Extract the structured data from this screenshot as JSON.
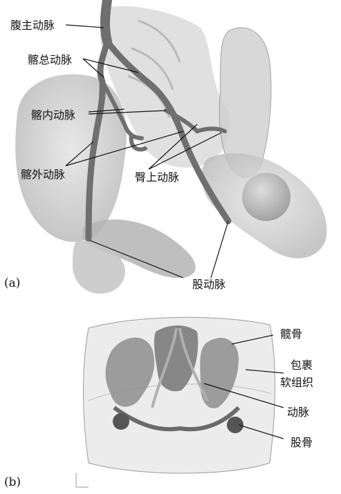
{
  "panel_a": {
    "tag": "(a)",
    "labels": {
      "abdominal_aorta": "腹主动脉",
      "common_iliac": "髂总动脉",
      "internal_iliac": "髂内动脉",
      "external_iliac": "髂外动脉",
      "superior_gluteal": "臀上动脉",
      "femoral": "股动脉"
    }
  },
  "panel_b": {
    "tag": "(b)",
    "labels": {
      "ilium": "髋骨",
      "wrapping_line1": "包裹",
      "wrapping_line2": "软组织",
      "artery": "动脉",
      "femur": "股骨"
    }
  },
  "colors": {
    "bone": "#c9c9c9",
    "artery": "#6f6f6f",
    "soft_tissue": "#e6e6e6"
  }
}
